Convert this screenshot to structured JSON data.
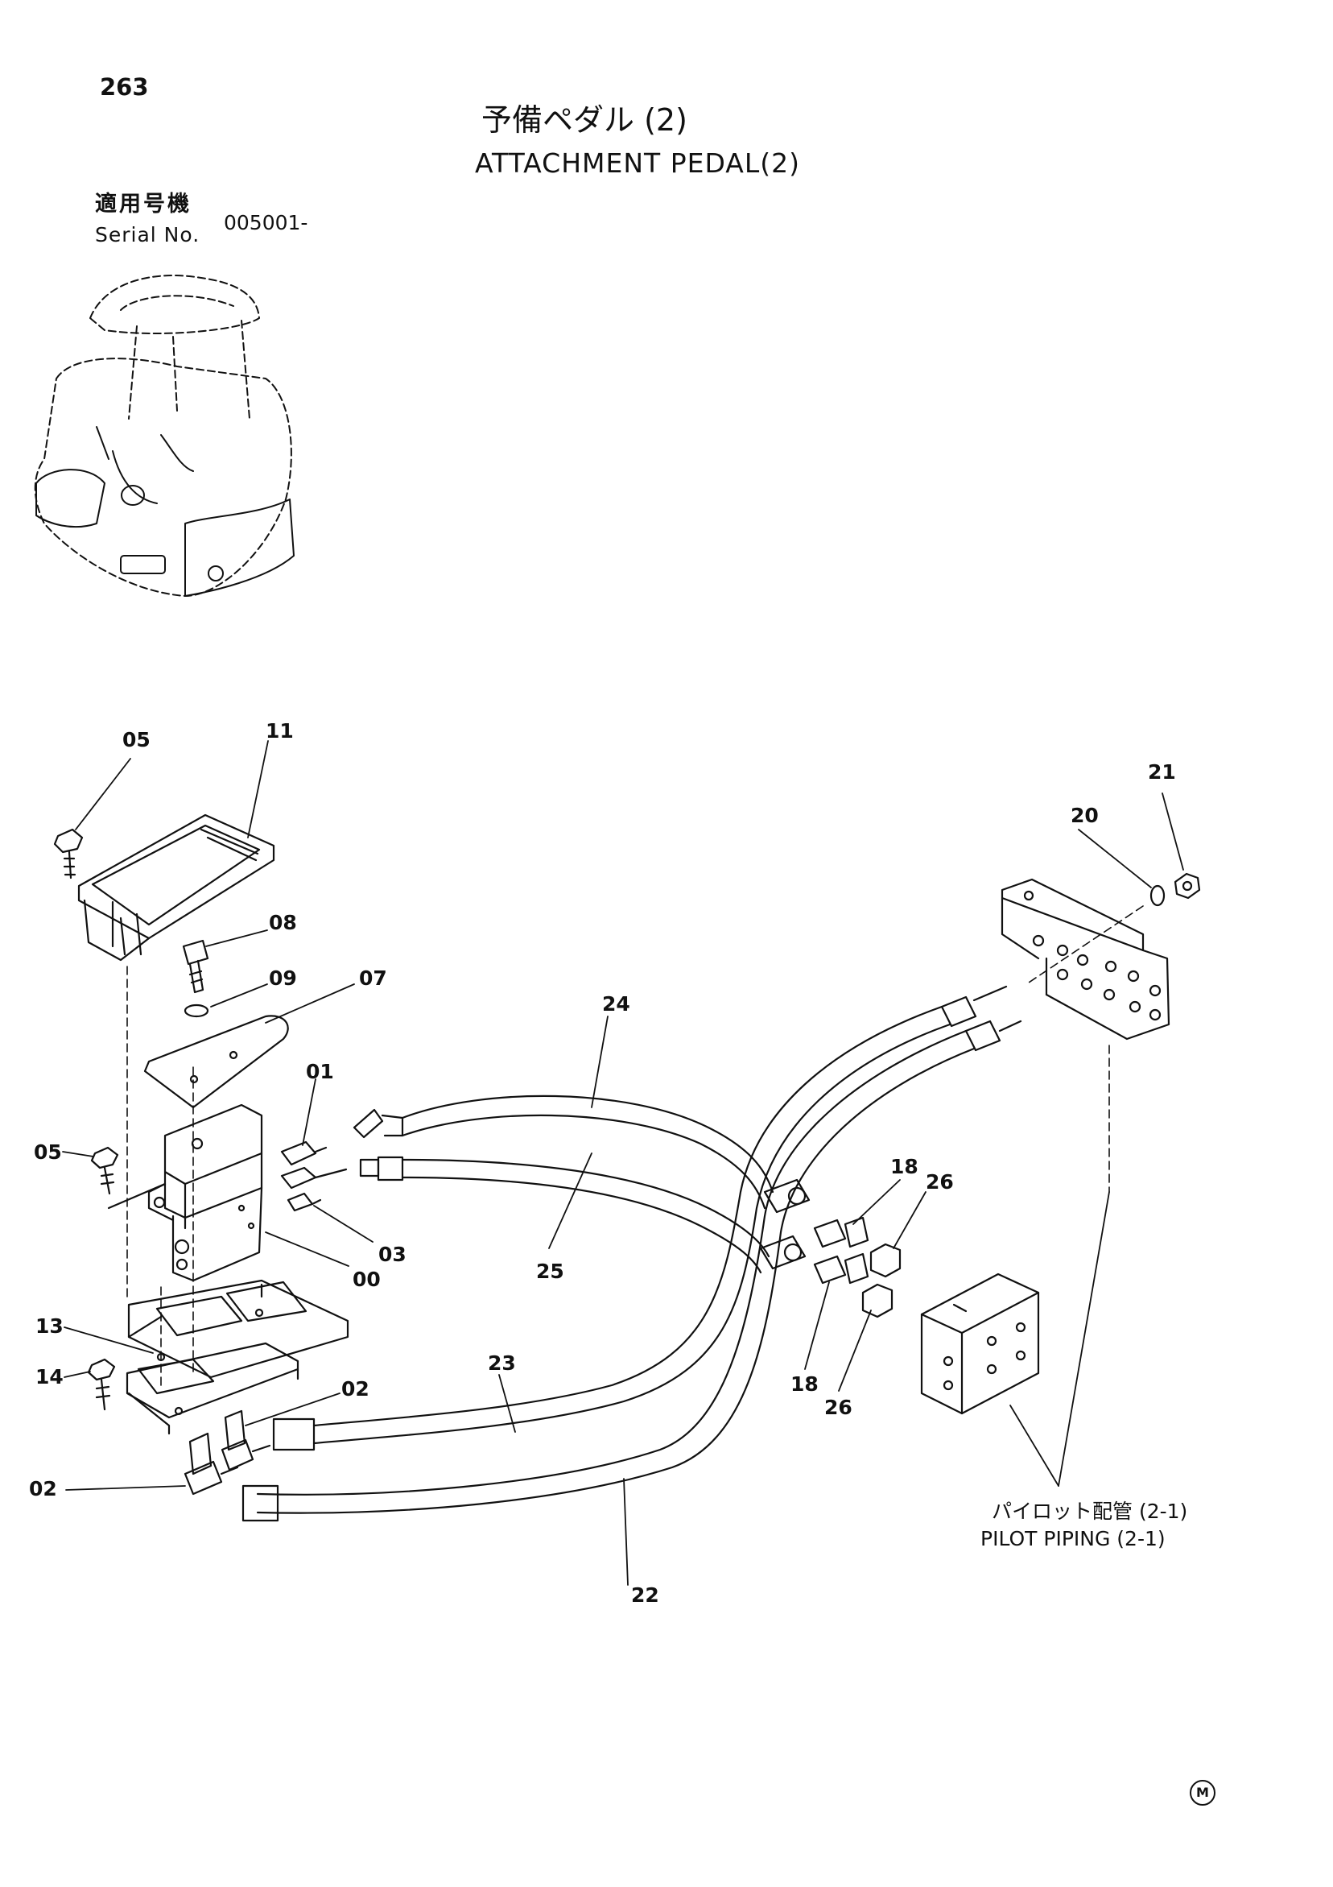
{
  "page_number": "263",
  "title": {
    "japanese": "予備ペダル (2)",
    "english": "ATTACHMENT PEDAL(2)"
  },
  "serial": {
    "label_japanese": "適用号機",
    "label_english": "Serial No.",
    "value": "005001-"
  },
  "reference": {
    "japanese": "パイロット配管 (2-1)",
    "english": "PILOT PIPING (2-1)"
  },
  "part_labels": [
    {
      "id": "05a",
      "text": "05"
    },
    {
      "id": "11",
      "text": "11"
    },
    {
      "id": "08",
      "text": "08"
    },
    {
      "id": "09",
      "text": "09"
    },
    {
      "id": "07",
      "text": "07"
    },
    {
      "id": "01",
      "text": "01"
    },
    {
      "id": "05b",
      "text": "05"
    },
    {
      "id": "03",
      "text": "03"
    },
    {
      "id": "00",
      "text": "00"
    },
    {
      "id": "13",
      "text": "13"
    },
    {
      "id": "14",
      "text": "14"
    },
    {
      "id": "02a",
      "text": "02"
    },
    {
      "id": "02b",
      "text": "02"
    },
    {
      "id": "24",
      "text": "24"
    },
    {
      "id": "25",
      "text": "25"
    },
    {
      "id": "23",
      "text": "23"
    },
    {
      "id": "22",
      "text": "22"
    },
    {
      "id": "18a",
      "text": "18"
    },
    {
      "id": "26a",
      "text": "26"
    },
    {
      "id": "18b",
      "text": "18"
    },
    {
      "id": "26b",
      "text": "26"
    },
    {
      "id": "20",
      "text": "20"
    },
    {
      "id": "21",
      "text": "21"
    }
  ],
  "mark": "M"
}
